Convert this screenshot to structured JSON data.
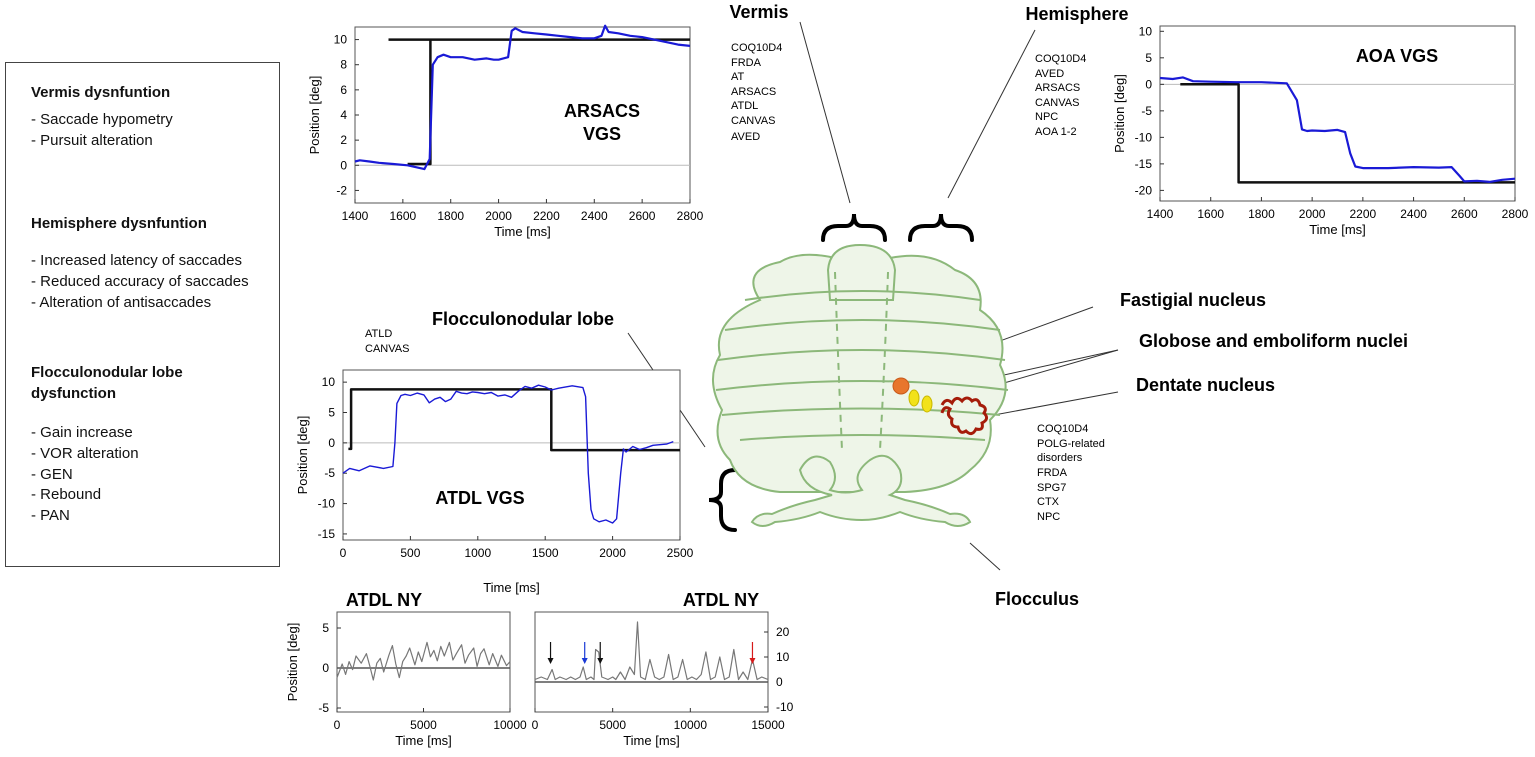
{
  "info_panel": {
    "sections": [
      {
        "title": "Vermis dysnfuntion",
        "items": [
          "- Saccade hypometry",
          "- Pursuit alteration"
        ]
      },
      {
        "title": "Hemisphere dysnfuntion",
        "items": [
          "- Increased latency of saccades",
          "- Reduced accuracy of saccades",
          "- Alteration of antisaccades"
        ]
      },
      {
        "title_lines": [
          "Flocculonodular lobe",
          "dysfunction"
        ],
        "items": [
          "- Gain increase",
          "- VOR alteration",
          "- GEN",
          "- Rebound",
          "- PAN"
        ]
      }
    ]
  },
  "regions": {
    "vermis": {
      "label": "Vermis",
      "diseases": [
        "COQ10D4",
        "FRDA",
        "AT",
        "ARSACS",
        "ATDL",
        "CANVAS",
        "AVED"
      ]
    },
    "hemisphere": {
      "label": "Hemisphere",
      "diseases": [
        "COQ10D4",
        "AVED",
        "ARSACS",
        "CANVAS",
        "NPC",
        "AOA 1-2"
      ]
    },
    "flocculonodular": {
      "label": "Flocculonodular lobe",
      "diseases": [
        "ATLD",
        "CANVAS"
      ]
    },
    "fastigial": {
      "label": "Fastigial nucleus"
    },
    "globose": {
      "label": "Globose and emboliform nuclei"
    },
    "dentate": {
      "label": "Dentate nucleus",
      "diseases": [
        "COQ10D4",
        "POLG-related",
        "disorders",
        "FRDA",
        "SPG7",
        "CTX",
        "NPC"
      ]
    },
    "flocculus": {
      "label": "Flocculus"
    }
  },
  "colors": {
    "eye_trace": "#1a1ad6",
    "target": "#111111",
    "cerebellum_fill": "#eef5e8",
    "cerebellum_stroke": "#8cb87a",
    "fastigial": "#e8762c",
    "globose": "#f2e21a",
    "dentate": "#a51c0a",
    "ny_trace": "#777777"
  },
  "chart_data": [
    {
      "id": "arsacs",
      "type": "line",
      "title": "ARSACS VGS",
      "title_lines": [
        "ARSACS",
        "VGS"
      ],
      "xlabel": "Time [ms]",
      "ylabel": "Position [deg]",
      "xlim": [
        1400,
        2800
      ],
      "ylim": [
        -3,
        11
      ],
      "xticks": [
        1400,
        1600,
        1800,
        2000,
        2200,
        2400,
        2600,
        2800
      ],
      "yticks": [
        -2,
        0,
        2,
        4,
        6,
        8,
        10
      ],
      "series": [
        {
          "role": "target",
          "x": [
            1540,
            1715,
            1715,
            2800
          ],
          "y": [
            10,
            10,
            10,
            10
          ]
        },
        {
          "role": "target",
          "x": [
            1620,
            1715,
            1715
          ],
          "y": [
            0.1,
            0.1,
            10
          ]
        },
        {
          "role": "eye",
          "x": [
            1400,
            1420,
            1460,
            1500,
            1560,
            1620,
            1690,
            1712,
            1725,
            1745,
            1770,
            1800,
            1850,
            1900,
            1950,
            1980,
            2000,
            2040,
            2055,
            2070,
            2100,
            2150,
            2200,
            2250,
            2300,
            2350,
            2400,
            2430,
            2445,
            2460,
            2500,
            2550,
            2600,
            2650,
            2700,
            2750,
            2800
          ],
          "y": [
            0.3,
            0.4,
            0.3,
            0.2,
            0.1,
            0.0,
            -0.3,
            0.5,
            8.0,
            8.6,
            8.8,
            8.6,
            8.6,
            8.4,
            8.5,
            8.4,
            8.4,
            8.6,
            10.7,
            10.9,
            10.6,
            10.5,
            10.4,
            10.3,
            10.2,
            10.1,
            10.1,
            10.3,
            11.1,
            10.6,
            10.5,
            10.3,
            10.2,
            10.0,
            9.8,
            9.6,
            9.5
          ]
        }
      ]
    },
    {
      "id": "aoa",
      "type": "line",
      "title": "AOA VGS",
      "xlabel": "Time [ms]",
      "ylabel": "Position [deg]",
      "xlim": [
        1400,
        2800
      ],
      "ylim": [
        -22,
        11
      ],
      "xticks": [
        1400,
        1600,
        1800,
        2000,
        2200,
        2400,
        2600,
        2800
      ],
      "yticks": [
        -20,
        -15,
        -10,
        -5,
        0,
        5,
        10
      ],
      "series": [
        {
          "role": "target",
          "x": [
            1480,
            1710,
            1710,
            2800
          ],
          "y": [
            0,
            0,
            -18.5,
            -18.5
          ]
        },
        {
          "role": "eye",
          "x": [
            1400,
            1450,
            1490,
            1530,
            1600,
            1700,
            1800,
            1900,
            1940,
            1960,
            1980,
            2000,
            2050,
            2100,
            2130,
            2150,
            2170,
            2200,
            2300,
            2400,
            2500,
            2550,
            2580,
            2600,
            2650,
            2700,
            2750,
            2800
          ],
          "y": [
            1.2,
            1.0,
            1.3,
            0.6,
            0.5,
            0.4,
            0.4,
            0.2,
            -3,
            -8.5,
            -8.8,
            -8.7,
            -8.8,
            -8.6,
            -9,
            -13,
            -15.5,
            -15.8,
            -15.8,
            -15.6,
            -15.7,
            -15.6,
            -17.2,
            -18.3,
            -18.2,
            -18.4,
            -18.0,
            -17.8
          ]
        }
      ]
    },
    {
      "id": "atdl_vgs",
      "type": "line",
      "title": "ATDL VGS",
      "xlabel": "Time [ms]",
      "ylabel": "Position [deg]",
      "xlim": [
        0,
        2500
      ],
      "ylim": [
        -16,
        12
      ],
      "xticks": [
        0,
        500,
        1000,
        1500,
        2000,
        2500
      ],
      "yticks": [
        -15,
        -10,
        -5,
        0,
        5,
        10
      ],
      "series": [
        {
          "role": "target",
          "x": [
            40,
            60,
            60,
            1545,
            1545,
            2500
          ],
          "y": [
            -1,
            -1,
            8.8,
            8.8,
            -1.2,
            -1.2
          ]
        },
        {
          "role": "eye",
          "x": [
            0,
            50,
            120,
            200,
            300,
            370,
            385,
            400,
            430,
            460,
            500,
            550,
            600,
            640,
            680,
            720,
            760,
            800,
            840,
            880,
            920,
            960,
            1000,
            1050,
            1100,
            1150,
            1200,
            1250,
            1300,
            1350,
            1400,
            1450,
            1500,
            1545,
            1600,
            1700,
            1780,
            1800,
            1820,
            1840,
            1860,
            1900,
            1950,
            2000,
            2030,
            2060,
            2080,
            2100,
            2150,
            2200,
            2250,
            2300,
            2400,
            2450
          ],
          "y": [
            -5,
            -4.2,
            -4.6,
            -3.8,
            -4.2,
            -3.9,
            0,
            6.5,
            7.8,
            8.0,
            7.8,
            8.2,
            7.9,
            6.6,
            7.2,
            7.5,
            6.8,
            7.2,
            8.5,
            8.2,
            8.1,
            8.4,
            8.3,
            8.1,
            8.3,
            7.7,
            7.9,
            7.5,
            8.5,
            9.3,
            9.0,
            9.5,
            9.2,
            8.7,
            9.0,
            9.4,
            9.1,
            7.6,
            -5,
            -11,
            -12.5,
            -13.0,
            -12.7,
            -13.2,
            -12.5,
            -5,
            -1.0,
            -1.5,
            -0.6,
            -1.1,
            -0.8,
            -0.4,
            -0.2,
            0.2
          ]
        }
      ]
    },
    {
      "id": "ny_left",
      "type": "line",
      "title": "ATDL NY",
      "xlabel": "Time [ms]",
      "ylabel": "Position [deg]",
      "xlim": [
        0,
        10000
      ],
      "ylim": [
        -5.5,
        7
      ],
      "xticks": [
        0,
        5000,
        10000
      ],
      "yticks": [
        -5,
        0,
        5
      ],
      "series": [
        {
          "role": "baseline",
          "x": [
            0,
            10000
          ],
          "y": [
            0,
            0
          ]
        },
        {
          "role": "eye",
          "x": [
            0,
            300,
            500,
            700,
            900,
            1100,
            1400,
            1700,
            1900,
            2100,
            2300,
            2500,
            2700,
            3000,
            3200,
            3400,
            3600,
            3800,
            4000,
            4200,
            4500,
            4700,
            4900,
            5200,
            5400,
            5600,
            5800,
            6000,
            6200,
            6500,
            6700,
            6900,
            7200,
            7400,
            7600,
            7900,
            8100,
            8300,
            8500,
            8800,
            9000,
            9300,
            9500,
            9800,
            10000
          ],
          "y": [
            -1.2,
            0.5,
            -0.8,
            0.8,
            -0.2,
            1.5,
            0.6,
            1.8,
            0.2,
            -1.5,
            0.6,
            1.2,
            -0.5,
            1.6,
            2.8,
            0.5,
            -1.2,
            0.8,
            1.5,
            2.5,
            0.4,
            2.0,
            0.8,
            3.2,
            1.4,
            2.2,
            0.9,
            2.7,
            1.5,
            3.2,
            1.0,
            1.8,
            2.9,
            0.6,
            1.6,
            2.5,
            0.2,
            1.8,
            2.4,
            0.4,
            1.8,
            0.2,
            1.6,
            0.3,
            0.8
          ]
        }
      ]
    },
    {
      "id": "ny_right",
      "type": "line",
      "title": "ATDL NY",
      "xlabel": "Time [ms]",
      "ylabel": "",
      "xlim": [
        0,
        15000
      ],
      "ylim": [
        -12,
        28
      ],
      "xticks": [
        0,
        5000,
        10000,
        15000
      ],
      "yticks": [
        -10,
        0,
        10,
        20
      ],
      "arrows": [
        {
          "x": 1000,
          "color": "#111111"
        },
        {
          "x": 3200,
          "color": "#1a3ad6"
        },
        {
          "x": 4200,
          "color": "#111111"
        },
        {
          "x": 14000,
          "color": "#d61a1a"
        }
      ],
      "series": [
        {
          "role": "baseline",
          "x": [
            0,
            15000
          ],
          "y": [
            0,
            0
          ]
        },
        {
          "role": "eye",
          "x": [
            0,
            400,
            800,
            1100,
            1300,
            1600,
            2000,
            2300,
            2600,
            2900,
            3100,
            3300,
            3600,
            3800,
            3900,
            4100,
            4300,
            4700,
            5000,
            5200,
            5500,
            5800,
            6100,
            6400,
            6600,
            6800,
            7100,
            7400,
            7700,
            8000,
            8300,
            8600,
            8900,
            9200,
            9500,
            9800,
            10100,
            10400,
            10700,
            11000,
            11300,
            11600,
            11900,
            12200,
            12500,
            12800,
            13100,
            13400,
            13700,
            14000,
            14300,
            14600,
            15000
          ],
          "y": [
            1,
            2,
            1,
            5,
            1,
            2,
            1,
            2,
            1,
            2,
            6,
            1,
            2,
            1,
            13,
            12,
            2,
            1,
            2,
            1,
            4,
            1,
            6,
            3,
            24,
            2,
            1,
            9,
            2,
            1,
            2,
            11,
            1,
            2,
            9,
            1,
            2,
            1,
            3,
            12,
            1,
            2,
            10,
            1,
            2,
            13,
            1,
            4,
            1,
            9,
            1,
            2,
            1
          ]
        }
      ]
    }
  ]
}
